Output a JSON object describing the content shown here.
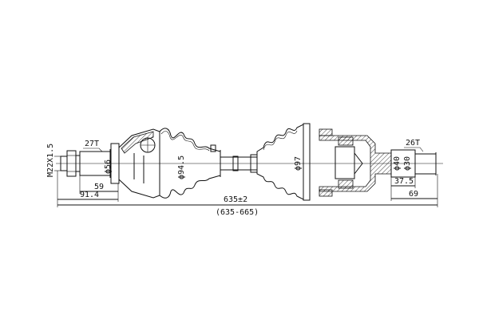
{
  "drawing": {
    "line_color": "#111111",
    "background": "#ffffff",
    "labels": {
      "thread": "M22X1.5",
      "left_teeth": "27T",
      "left_dia": "ϕ56",
      "outer_joint_dia": "ϕ94.5",
      "inner_joint_dia": "ϕ97",
      "right_dia_1": "ϕ40",
      "right_dia_2": "ϕ30",
      "right_teeth": "26T",
      "dim_59": "59",
      "dim_91_4": "91.4",
      "total_length": "635±2",
      "length_range": "(635-665)",
      "dim_37_5": "37.5",
      "dim_69": "69"
    }
  }
}
